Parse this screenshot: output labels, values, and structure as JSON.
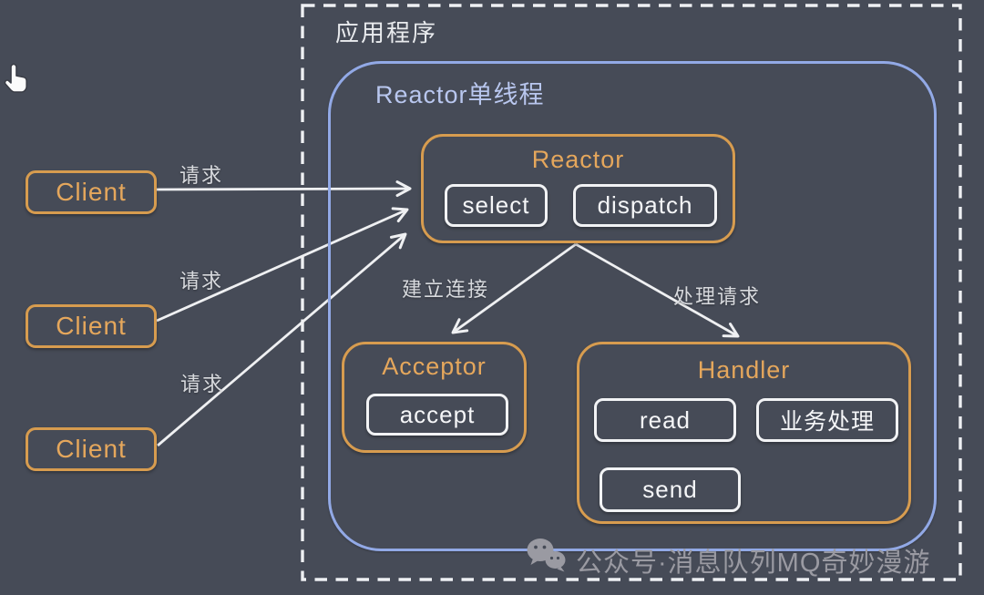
{
  "app_box": {
    "label": "应用程序"
  },
  "reactor_group": {
    "label": "Reactor单线程"
  },
  "nodes": {
    "reactor": {
      "title": "Reactor",
      "items": [
        "select",
        "dispatch"
      ]
    },
    "acceptor": {
      "title": "Acceptor",
      "items": [
        "accept"
      ]
    },
    "handler": {
      "title": "Handler",
      "items": [
        "read",
        "业务处理",
        "send"
      ]
    }
  },
  "clients": [
    {
      "label": "Client"
    },
    {
      "label": "Client"
    },
    {
      "label": "Client"
    }
  ],
  "edges": [
    {
      "from": "client-1",
      "to": "reactor",
      "label": "请求"
    },
    {
      "from": "client-2",
      "to": "reactor",
      "label": "请求"
    },
    {
      "from": "client-3",
      "to": "reactor",
      "label": "请求"
    },
    {
      "from": "reactor",
      "to": "acceptor",
      "label": "建立连接"
    },
    {
      "from": "reactor",
      "to": "handler",
      "label": "处理请求"
    }
  ],
  "watermark": {
    "icon": "wechat-icon",
    "text": "公众号·消息队列MQ奇妙漫游"
  },
  "cursor": {
    "icon": "hand-pointer-icon"
  },
  "colors": {
    "background": "#464b57",
    "orange_border": "#d79c4f",
    "orange_text": "#e5a75c",
    "blue_border": "#92a9e6",
    "blue_text": "#b9c7ef",
    "white": "#f2f3f5",
    "label_gray": "#d8dade",
    "watermark_gray": "#9a9aa2"
  }
}
